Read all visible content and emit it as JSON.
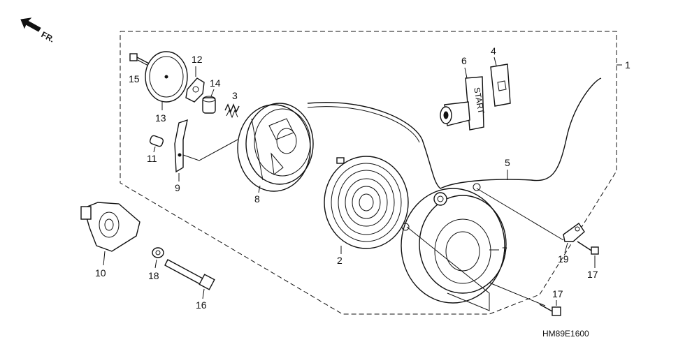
{
  "orientation": {
    "arrow_label": "FR."
  },
  "diagram_code": "HM89E1600",
  "callouts": {
    "c1": "1",
    "c2": "2",
    "c3": "3",
    "c4": "4",
    "c5": "5",
    "c6": "6",
    "c7": "7",
    "c8": "8",
    "c9": "9",
    "c10": "10",
    "c11": "11",
    "c12": "12",
    "c13": "13",
    "c14": "14",
    "c15": "15",
    "c16": "16",
    "c17a": "17",
    "c17b": "17",
    "c18": "18",
    "c19": "19"
  },
  "handle_text": "START"
}
